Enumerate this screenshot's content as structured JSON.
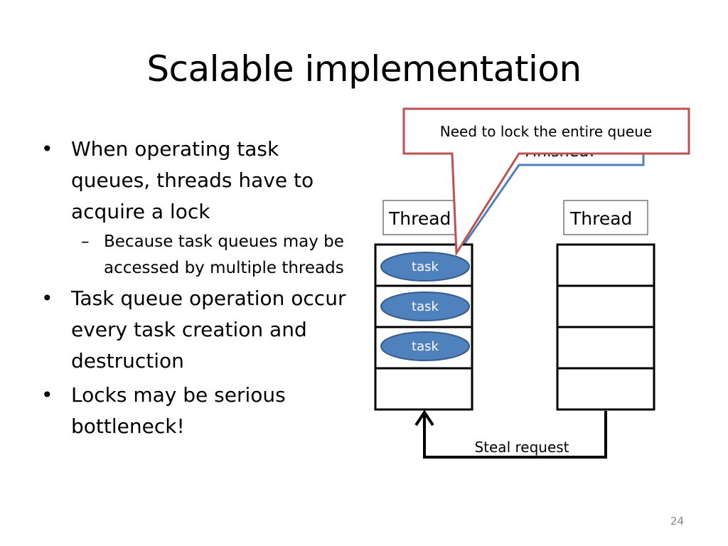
{
  "title": "Scalable implementation",
  "bullets": [
    {
      "text": "When operating task queues, threads have to acquire a lock"
    },
    {
      "text": "Because task queues may be accessed by multiple threads"
    },
    {
      "text": "Task queue operation occur every task creation and destruction"
    },
    {
      "text": "Locks may be serious bottleneck!"
    }
  ],
  "diagram": {
    "callout_red": "Need to lock the entire queue",
    "callout_blue_partial": "Finished!",
    "thread_left": "Thread",
    "thread_right": "Thread",
    "tasks": [
      "task",
      "task",
      "task"
    ],
    "arrow_label": "Steal request"
  },
  "colors": {
    "task_fill": "#4f81bd",
    "task_stroke": "#385d8a",
    "callout_red": "#c0504d",
    "callout_blue": "#4f81bd"
  },
  "slide_number": "24"
}
